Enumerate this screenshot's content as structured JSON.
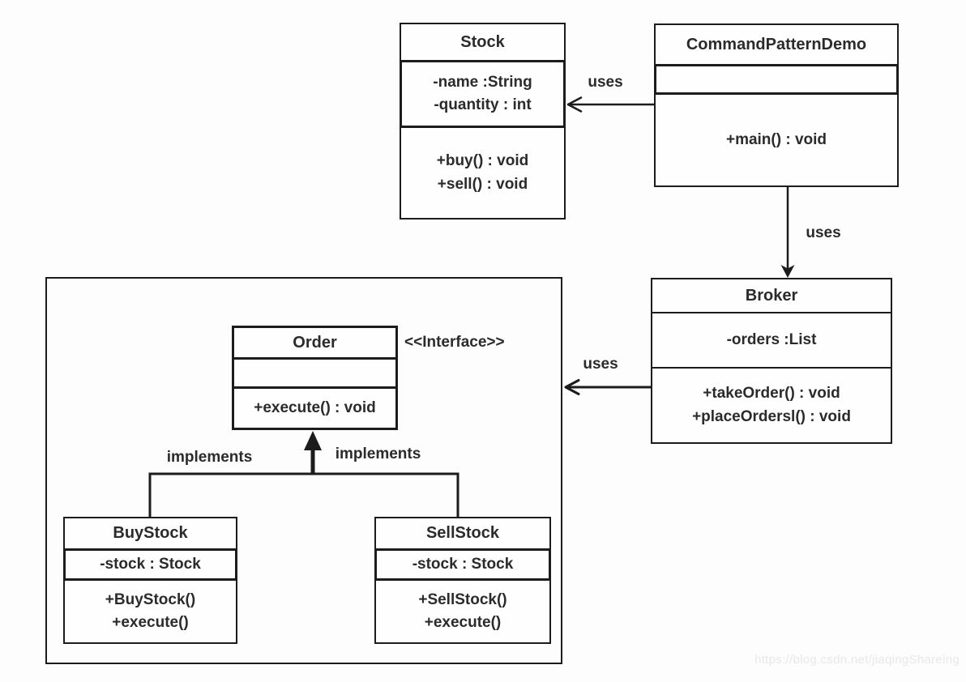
{
  "classes": {
    "stock": {
      "name": "Stock",
      "attributes": [
        "-name :String",
        "-quantity : int"
      ],
      "methods": [
        "+buy() : void",
        "+sell() : void"
      ]
    },
    "command_pattern_demo": {
      "name": "CommandPatternDemo",
      "attributes": [],
      "methods": [
        "+main() : void"
      ]
    },
    "broker": {
      "name": "Broker",
      "attributes": [
        "-orders :List"
      ],
      "methods": [
        "+takeOrder() : void",
        "+placeOrdersl() : void"
      ]
    },
    "order": {
      "name": "Order",
      "stereotype": "<<Interface>>",
      "attributes": [],
      "methods": [
        "+execute() : void"
      ]
    },
    "buy_stock": {
      "name": "BuyStock",
      "attributes": [
        "-stock : Stock"
      ],
      "methods": [
        "+BuyStock()",
        "+execute()"
      ]
    },
    "sell_stock": {
      "name": "SellStock",
      "attributes": [
        "-stock : Stock"
      ],
      "methods": [
        "+SellStock()",
        "+execute()"
      ]
    }
  },
  "relationships": [
    {
      "from": "CommandPatternDemo",
      "to": "Stock",
      "label": "uses"
    },
    {
      "from": "CommandPatternDemo",
      "to": "Broker",
      "label": "uses"
    },
    {
      "from": "Broker",
      "to": "Order",
      "label": "uses"
    },
    {
      "from": "BuyStock",
      "to": "Order",
      "label": "implements"
    },
    {
      "from": "SellStock",
      "to": "Order",
      "label": "implements"
    }
  ],
  "watermark": {
    "text": "https://blog.csdn.net/jiaqingShareing"
  },
  "colors": {
    "line": "#1c1c1c",
    "text": "#2b2b2b",
    "watermark": "#e8e8e8",
    "background": "#fdfdfd"
  }
}
